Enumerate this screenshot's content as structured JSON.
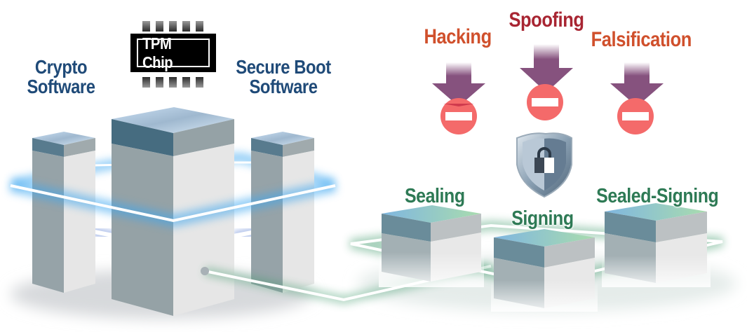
{
  "title": "TPM-based secure platform diagram",
  "left_group": {
    "chip_label": "TPM Chip",
    "left_label_line1": "Crypto",
    "left_label_line2": "Software",
    "right_label_line1": "Secure Boot",
    "right_label_line2": "Software"
  },
  "threats": [
    {
      "label": "Hacking",
      "icon": "blocked-arrow-icon"
    },
    {
      "label": "Spoofing",
      "icon": "blocked-arrow-icon"
    },
    {
      "label": "Falsification",
      "icon": "blocked-arrow-icon"
    }
  ],
  "protection_icon": "shield-lock-icon",
  "functions": [
    {
      "label": "Sealing"
    },
    {
      "label": "Signing"
    },
    {
      "label": "Sealed-Signing"
    }
  ],
  "colors": {
    "threat_text": "#d0502c",
    "threat_text_alt": "#a82532",
    "arrow": "#86527e",
    "stop_circle": "#f46a6a",
    "software_text": "#1f4a78",
    "function_text": "#2e7a55",
    "blue_glow": "#3aa6f0",
    "green_glow": "#3f9a6c",
    "block_dark": "#466c80",
    "block_mid": "#95a2a6",
    "block_light": "#e6e6e6"
  }
}
